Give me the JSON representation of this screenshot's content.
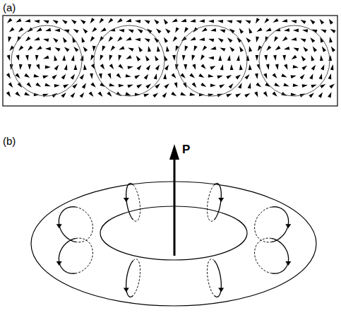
{
  "diagram": {
    "labels": [
      "(a)",
      "(b)",
      "P"
    ]
  }
}
